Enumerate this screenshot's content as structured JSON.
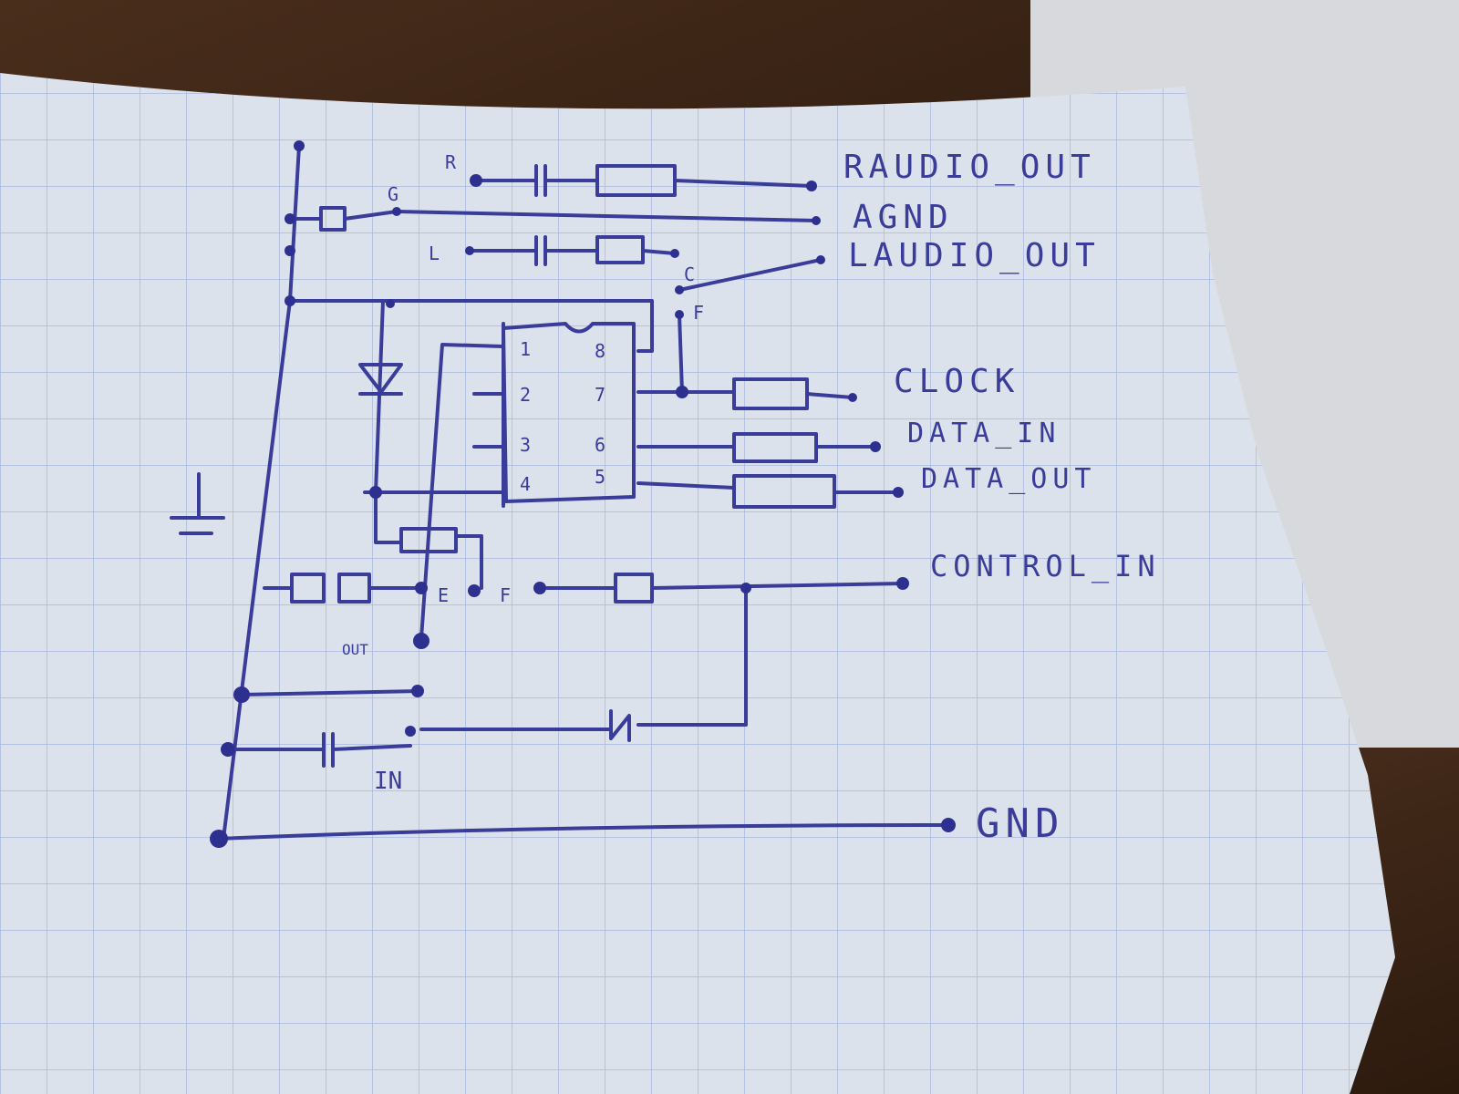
{
  "labels": {
    "raudio_out": "RAUDIO_OUT",
    "agnd": "AGND",
    "laudio_out": "LAUDIO_OUT",
    "clock": "CLOCK",
    "data_in": "DATA_IN",
    "data_out": "DATA_OUT",
    "control_in": "CONTROL_IN",
    "gnd": "GND"
  },
  "small_labels": {
    "r": "R",
    "l": "L",
    "g": "G",
    "c": "C",
    "f": "F",
    "e2": "E",
    "f2": "F",
    "out": "OUT",
    "in": "IN"
  },
  "chip": {
    "left_pins": [
      "1",
      "2",
      "3",
      "4"
    ],
    "right_pins": [
      "8",
      "7",
      "6",
      "5"
    ]
  },
  "colors": {
    "ink": "#3a3c9a",
    "paper": "#dde3ee",
    "grid": "#a9b8df"
  }
}
